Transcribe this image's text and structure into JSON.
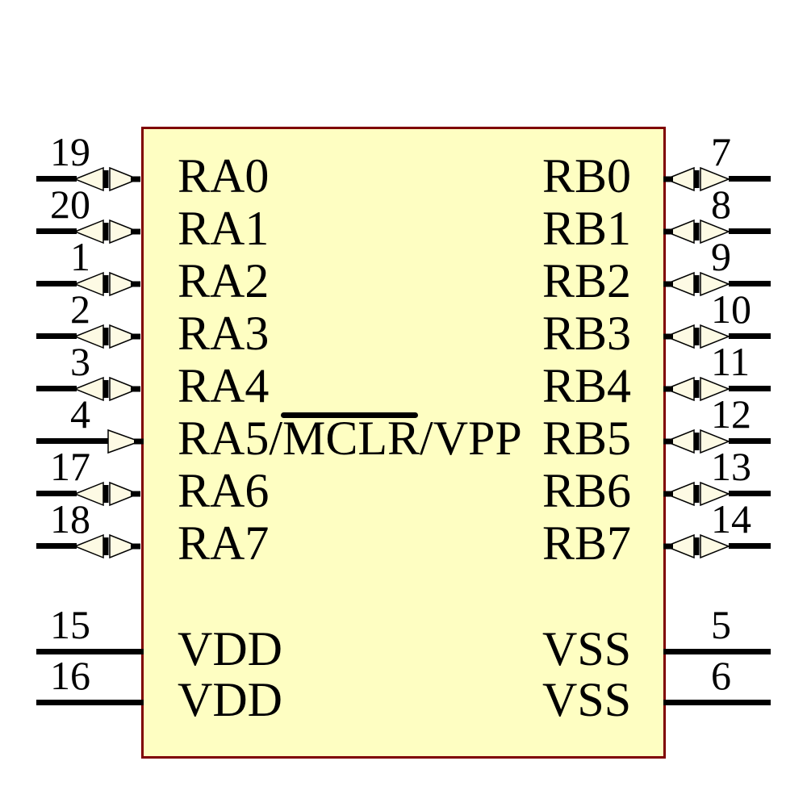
{
  "component": {
    "kind": "schematic-ic-symbol",
    "body_fill": "#fefec2",
    "body_border": "#7f0000",
    "arrow_fill": "#fdfae4",
    "wire_color": "#000000"
  },
  "left_pins": [
    {
      "number": "19",
      "label": "RA0",
      "type": "bidirectional"
    },
    {
      "number": "20",
      "label": "RA1",
      "type": "bidirectional"
    },
    {
      "number": "1",
      "label": "RA2",
      "type": "bidirectional"
    },
    {
      "number": "2",
      "label": "RA3",
      "type": "bidirectional"
    },
    {
      "number": "3",
      "label": "RA4",
      "type": "bidirectional"
    },
    {
      "number": "4",
      "label": "RA5/MCLR/VPP",
      "type": "input",
      "overline_text": "MCLR"
    },
    {
      "number": "17",
      "label": "RA6",
      "type": "bidirectional"
    },
    {
      "number": "18",
      "label": "RA7",
      "type": "bidirectional"
    }
  ],
  "left_power_pins": [
    {
      "number": "15",
      "label": "VDD",
      "type": "power"
    },
    {
      "number": "16",
      "label": "VDD",
      "type": "power"
    }
  ],
  "right_pins": [
    {
      "number": "7",
      "label": "RB0",
      "type": "bidirectional"
    },
    {
      "number": "8",
      "label": "RB1",
      "type": "bidirectional"
    },
    {
      "number": "9",
      "label": "RB2",
      "type": "bidirectional"
    },
    {
      "number": "10",
      "label": "RB3",
      "type": "bidirectional"
    },
    {
      "number": "11",
      "label": "RB4",
      "type": "bidirectional"
    },
    {
      "number": "12",
      "label": "RB5",
      "type": "bidirectional"
    },
    {
      "number": "13",
      "label": "RB6",
      "type": "bidirectional"
    },
    {
      "number": "14",
      "label": "RB7",
      "type": "bidirectional"
    }
  ],
  "right_power_pins": [
    {
      "number": "5",
      "label": "VSS",
      "type": "power"
    },
    {
      "number": "6",
      "label": "VSS",
      "type": "power"
    }
  ]
}
